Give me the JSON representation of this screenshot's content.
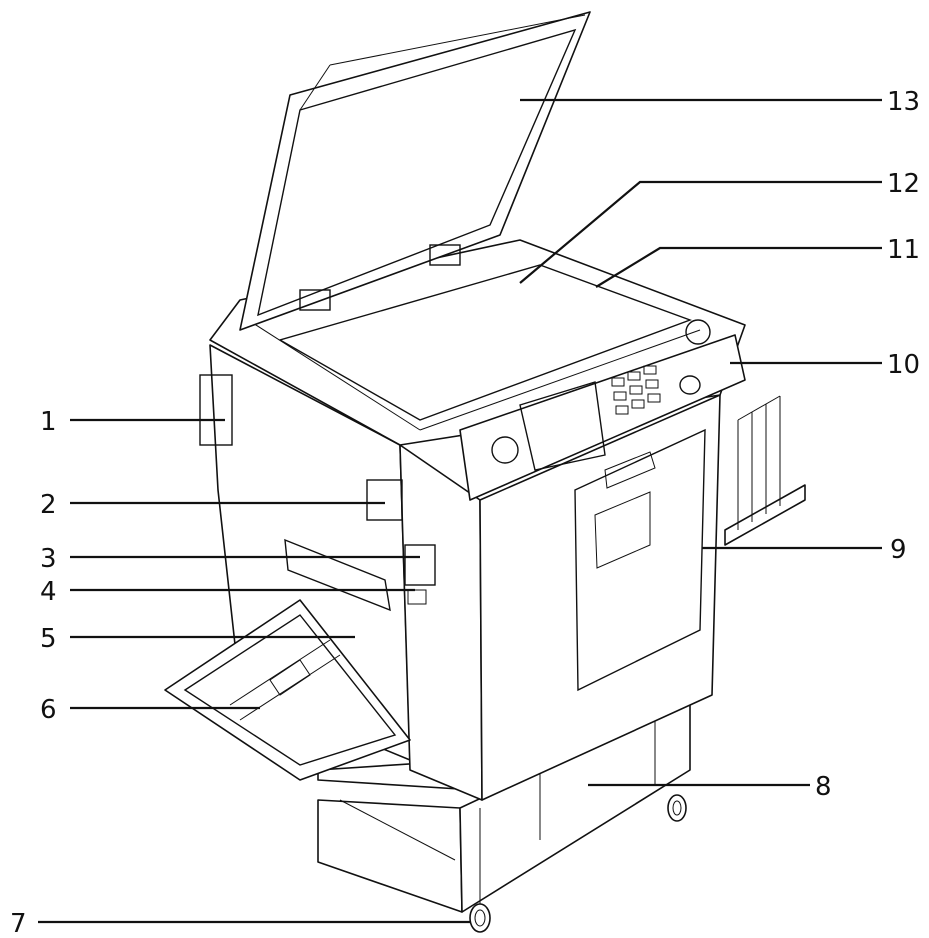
{
  "figure": {
    "subject": "printer-duplicator-illustration",
    "callouts": [
      {
        "id": "c1",
        "label": "1"
      },
      {
        "id": "c2",
        "label": "2"
      },
      {
        "id": "c3",
        "label": "3"
      },
      {
        "id": "c4",
        "label": "4"
      },
      {
        "id": "c5",
        "label": "5"
      },
      {
        "id": "c6",
        "label": "6"
      },
      {
        "id": "c7",
        "label": "7"
      },
      {
        "id": "c8",
        "label": "8"
      },
      {
        "id": "c9",
        "label": "9"
      },
      {
        "id": "c10",
        "label": "10"
      },
      {
        "id": "c11",
        "label": "11"
      },
      {
        "id": "c12",
        "label": "12"
      },
      {
        "id": "c13",
        "label": "13"
      }
    ],
    "colors": {
      "line": "#111111",
      "background": "#ffffff"
    }
  }
}
